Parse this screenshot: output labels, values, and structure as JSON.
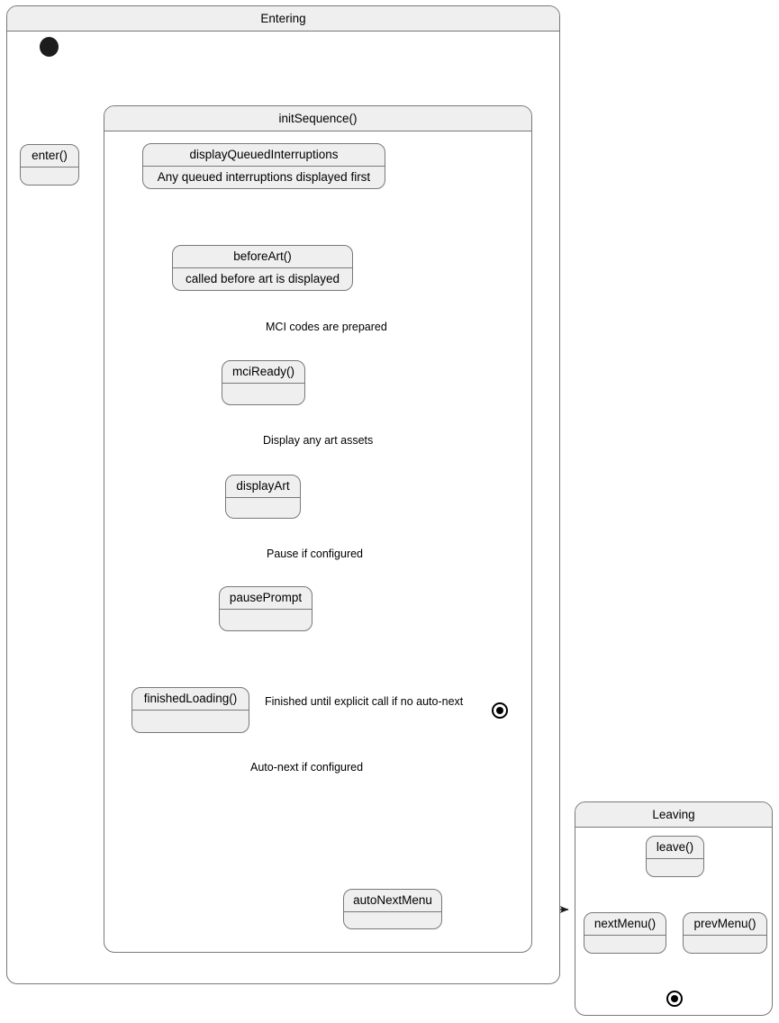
{
  "diagram": {
    "title": "Entering",
    "type": "uml-state-diagram"
  },
  "frames": {
    "entering": {
      "label": "Entering"
    },
    "init_sequence": {
      "label": "initSequence()"
    },
    "leaving": {
      "label": "Leaving"
    }
  },
  "states": {
    "enter": {
      "title": "enter()",
      "body": ""
    },
    "display_queued_interruptions": {
      "title": "displayQueuedInterruptions",
      "body": "Any queued interruptions displayed first"
    },
    "before_art": {
      "title": "beforeArt()",
      "body": "called before art is displayed"
    },
    "mci_ready": {
      "title": "mciReady()",
      "body": ""
    },
    "display_art": {
      "title": "displayArt",
      "body": ""
    },
    "pause_prompt": {
      "title": "pausePrompt",
      "body": ""
    },
    "finished_loading": {
      "title": "finishedLoading()",
      "body": ""
    },
    "auto_next_menu": {
      "title": "autoNextMenu",
      "body": ""
    },
    "leave": {
      "title": "leave()",
      "body": ""
    },
    "next_menu": {
      "title": "nextMenu()",
      "body": ""
    },
    "prev_menu": {
      "title": "prevMenu()",
      "body": ""
    }
  },
  "transitions": {
    "mci_codes_prepared": "MCI codes are prepared",
    "display_art_assets": "Display any art assets",
    "pause_if_configured": "Pause if configured",
    "finished_until_explicit": "Finished until explicit call if no auto-next",
    "auto_next_if_configured": "Auto-next if configured"
  },
  "colors": {
    "state_fill": "#efefef",
    "frame_fill": "#ffffff",
    "frame_header_fill": "#efefef",
    "border": "#787878",
    "edge": "#1c1c1c",
    "text": "#000000"
  }
}
